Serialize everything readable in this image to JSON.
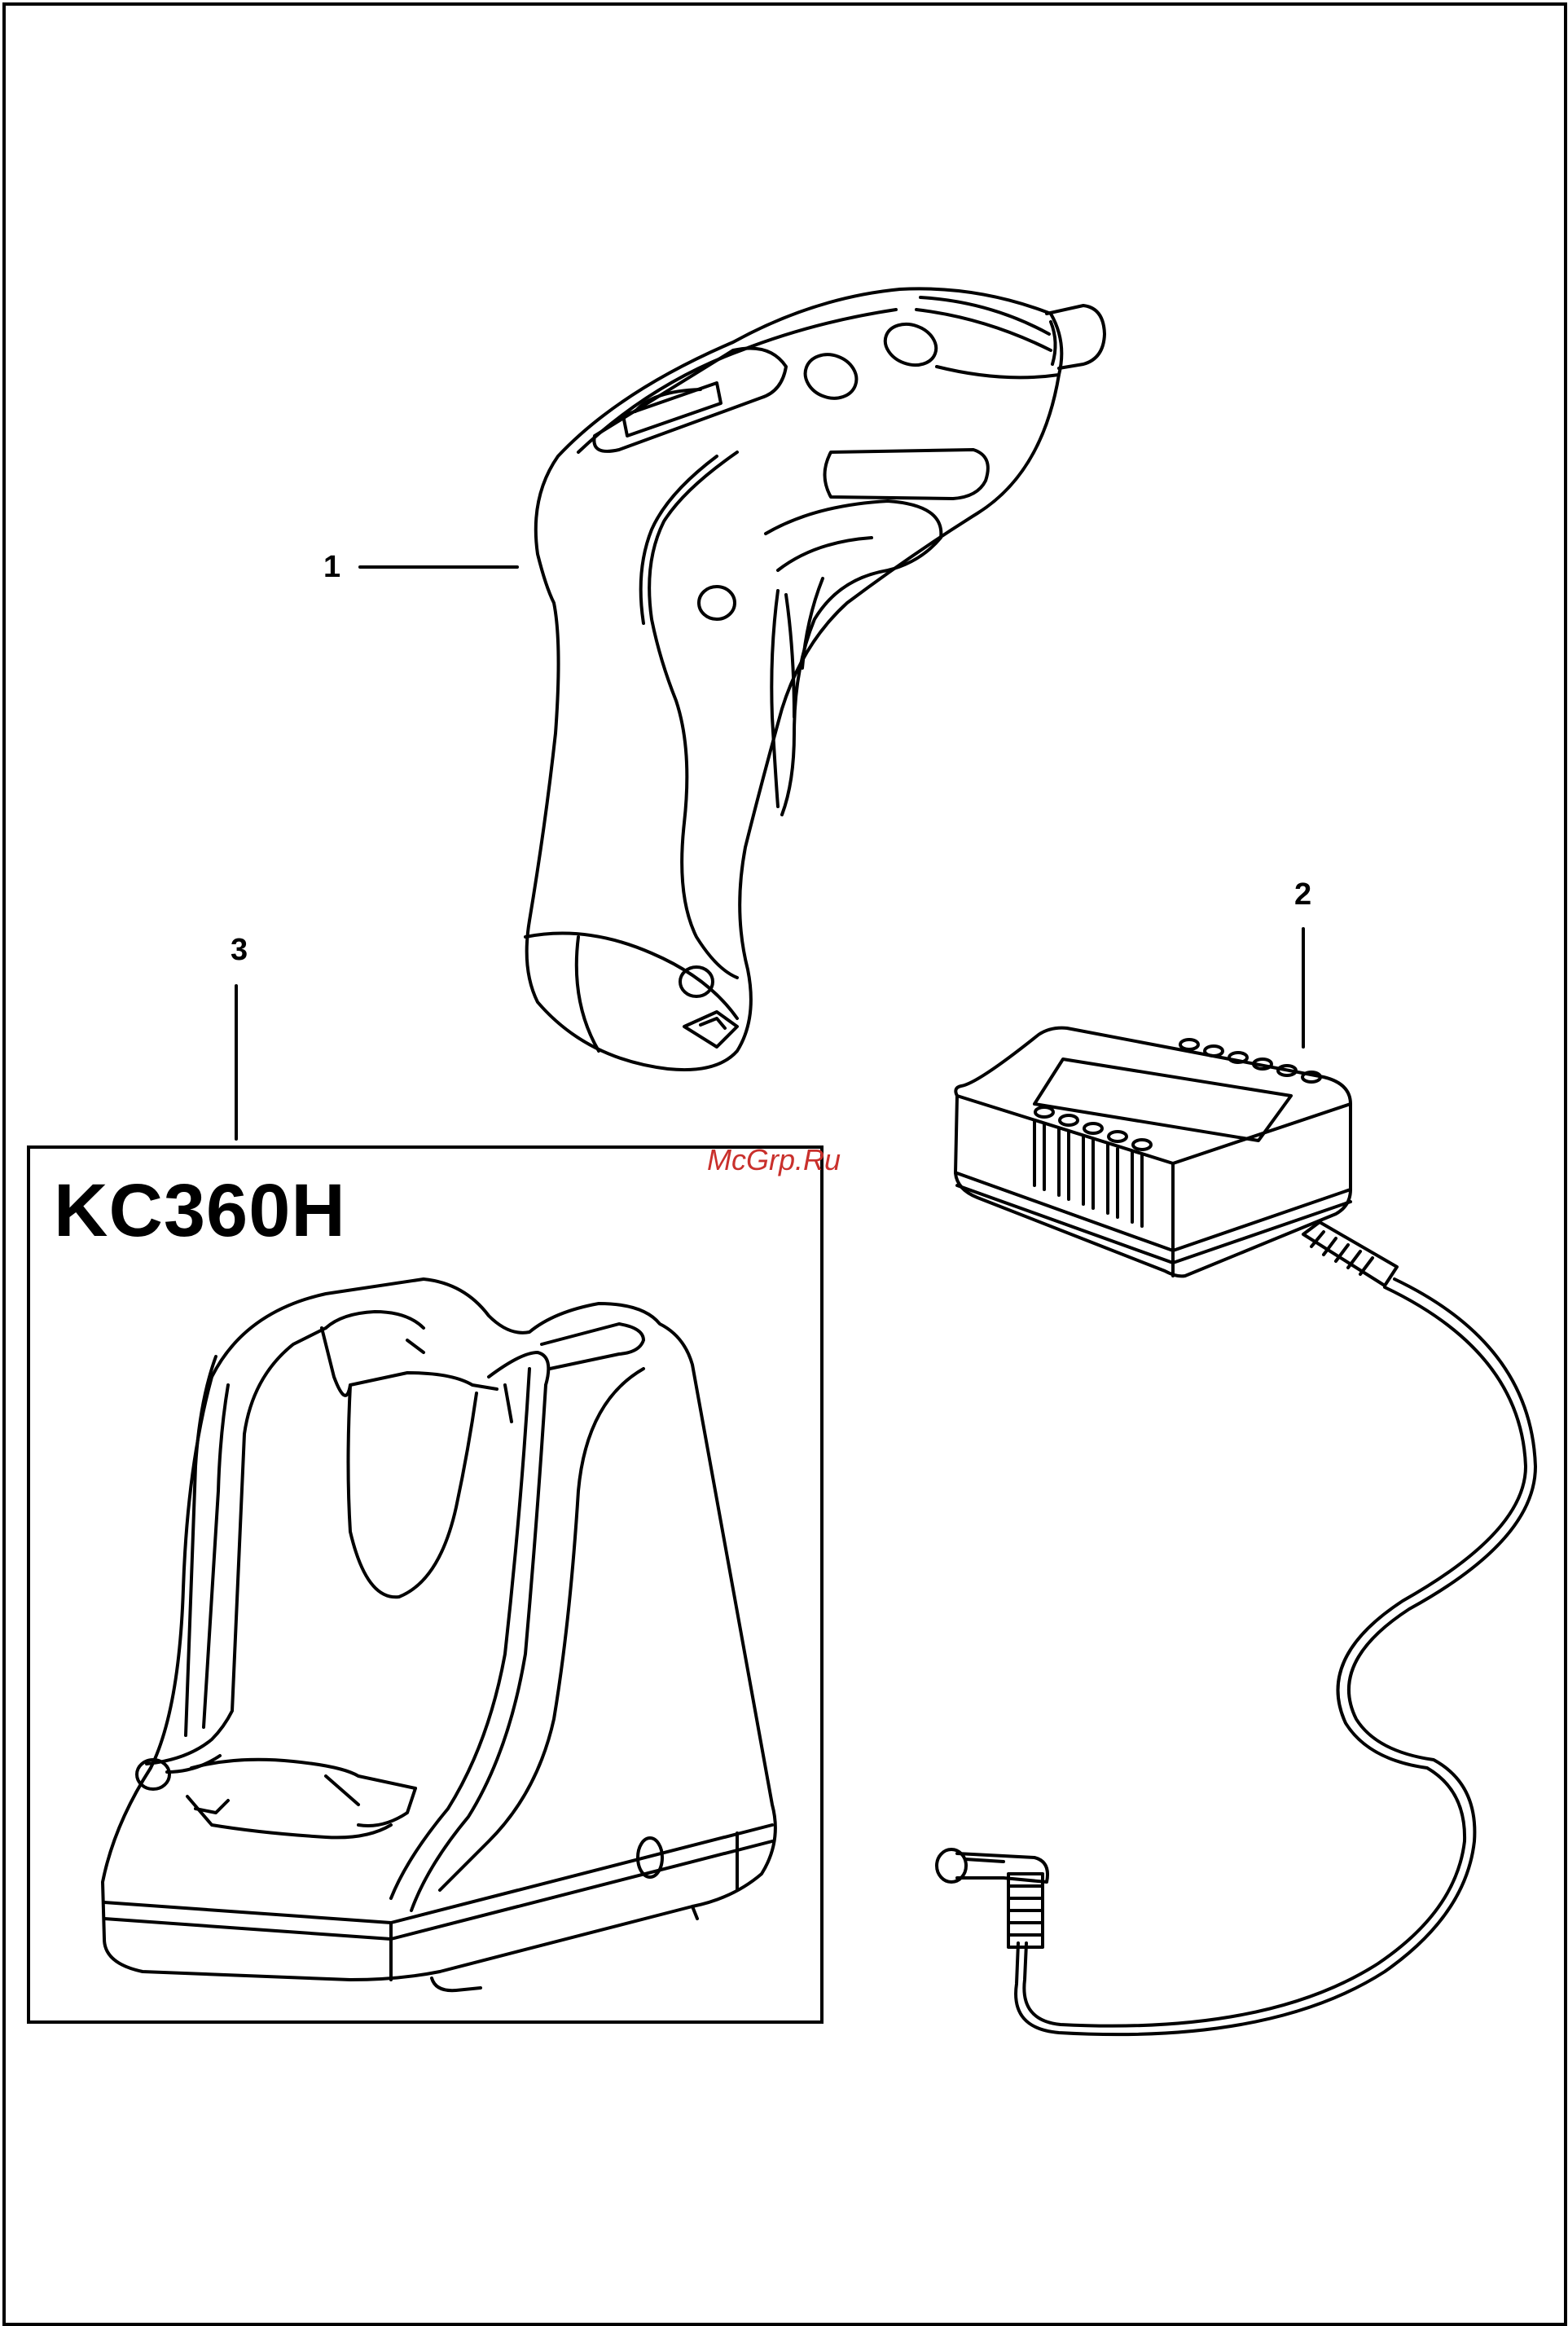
{
  "callouts": {
    "item_1": "1",
    "item_2": "2",
    "item_3": "3"
  },
  "model_box": {
    "title": "KC360H"
  },
  "watermark": {
    "text": "McGrp.Ru",
    "color": "#c9302c"
  },
  "parts": [
    {
      "number": "1",
      "depicts": "screwdriver-icon"
    },
    {
      "number": "2",
      "depicts": "power-adapter-icon"
    },
    {
      "number": "3",
      "depicts": "charging-base-icon"
    }
  ]
}
